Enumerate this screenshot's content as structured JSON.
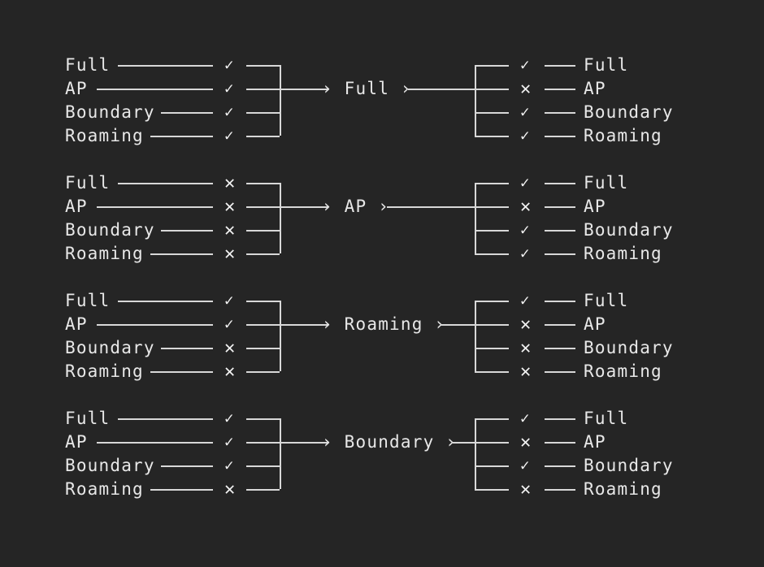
{
  "theme": {
    "background": "#252525",
    "text": "#e8e8e8",
    "line": "#d8d8d8",
    "mark": "#f2f2f2"
  },
  "glyphs": {
    "check": "✓",
    "cross": "✕",
    "arrow_head": "›"
  },
  "groups": [
    {
      "name": "full",
      "center_label": "Full",
      "center_prefix": "›",
      "center_suffix": "›",
      "inputs": [
        {
          "label": "Full",
          "mark": "check"
        },
        {
          "label": "AP",
          "mark": "check"
        },
        {
          "label": "Boundary",
          "mark": "check"
        },
        {
          "label": "Roaming",
          "mark": "check"
        }
      ],
      "outputs": [
        {
          "label": "Full",
          "mark": "check"
        },
        {
          "label": "AP",
          "mark": "cross"
        },
        {
          "label": "Boundary",
          "mark": "check"
        },
        {
          "label": "Roaming",
          "mark": "check"
        }
      ]
    },
    {
      "name": "ap",
      "center_label": "AP",
      "center_prefix": "›",
      "center_suffix": "›",
      "inputs": [
        {
          "label": "Full",
          "mark": "cross"
        },
        {
          "label": "AP",
          "mark": "cross"
        },
        {
          "label": "Boundary",
          "mark": "cross"
        },
        {
          "label": "Roaming",
          "mark": "cross"
        }
      ],
      "outputs": [
        {
          "label": "Full",
          "mark": "check"
        },
        {
          "label": "AP",
          "mark": "cross"
        },
        {
          "label": "Boundary",
          "mark": "check"
        },
        {
          "label": "Roaming",
          "mark": "check"
        }
      ]
    },
    {
      "name": "roaming",
      "center_label": "Roaming",
      "center_prefix": "›",
      "center_suffix": "›",
      "inputs": [
        {
          "label": "Full",
          "mark": "check"
        },
        {
          "label": "AP",
          "mark": "check"
        },
        {
          "label": "Boundary",
          "mark": "cross"
        },
        {
          "label": "Roaming",
          "mark": "cross"
        }
      ],
      "outputs": [
        {
          "label": "Full",
          "mark": "check"
        },
        {
          "label": "AP",
          "mark": "cross"
        },
        {
          "label": "Boundary",
          "mark": "cross"
        },
        {
          "label": "Roaming",
          "mark": "cross"
        }
      ]
    },
    {
      "name": "boundary",
      "center_label": "Boundary",
      "center_prefix": "›",
      "center_suffix": "›",
      "inputs": [
        {
          "label": "Full",
          "mark": "check"
        },
        {
          "label": "AP",
          "mark": "check"
        },
        {
          "label": "Boundary",
          "mark": "check"
        },
        {
          "label": "Roaming",
          "mark": "cross"
        }
      ],
      "outputs": [
        {
          "label": "Full",
          "mark": "check"
        },
        {
          "label": "AP",
          "mark": "cross"
        },
        {
          "label": "Boundary",
          "mark": "check"
        },
        {
          "label": "Roaming",
          "mark": "cross"
        }
      ]
    }
  ]
}
